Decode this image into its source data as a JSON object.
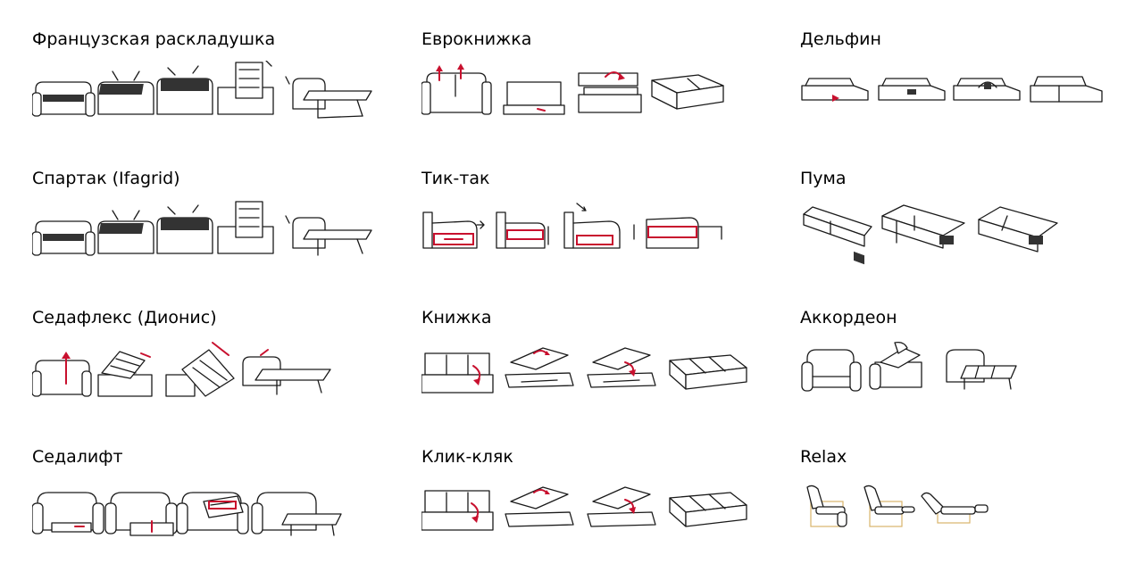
{
  "mechanisms": [
    {
      "id": "french",
      "title": "Французская раскладушка"
    },
    {
      "id": "eurobook",
      "title": "Еврокнижка"
    },
    {
      "id": "dolphin",
      "title": "Дельфин"
    },
    {
      "id": "spartak",
      "title": "Спартак (Ifagrid)"
    },
    {
      "id": "ticktack",
      "title": "Тик-так"
    },
    {
      "id": "puma",
      "title": "Пума"
    },
    {
      "id": "sedaflex",
      "title": "Седафлекс (Дионис)"
    },
    {
      "id": "book",
      "title": "Книжка"
    },
    {
      "id": "accordion",
      "title": "Аккордеон"
    },
    {
      "id": "sedalift",
      "title": "Седалифт"
    },
    {
      "id": "clickclack",
      "title": "Клик-кляк"
    },
    {
      "id": "relax",
      "title": "Relax"
    }
  ],
  "colors": {
    "accent": "#c8102e",
    "line": "#1a1a1a",
    "relax_frame": "#d9b46a"
  }
}
